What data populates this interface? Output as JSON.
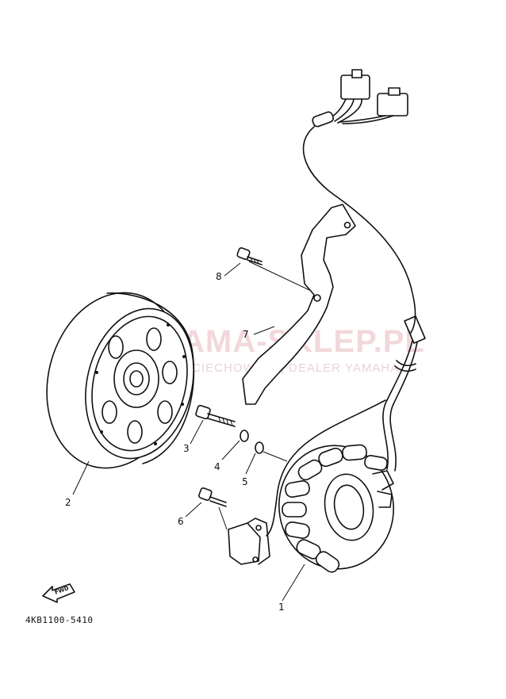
{
  "watermark": {
    "title": "YAMA-SKLEP.PL",
    "subtitle": "WŁOCIECHOWICZ | DEALER YAMAHA"
  },
  "diagram_code": "4KB1100-5410",
  "fwd_label": "FWD",
  "callouts": {
    "p1": "1",
    "p2": "2",
    "p3": "3",
    "p4": "4",
    "p5": "5",
    "p6": "6",
    "p7": "7",
    "p8": "8"
  },
  "colors": {
    "line": "#111111",
    "watermark_logo": "#e8a9ae",
    "watermark_text": "#f2d8db"
  }
}
